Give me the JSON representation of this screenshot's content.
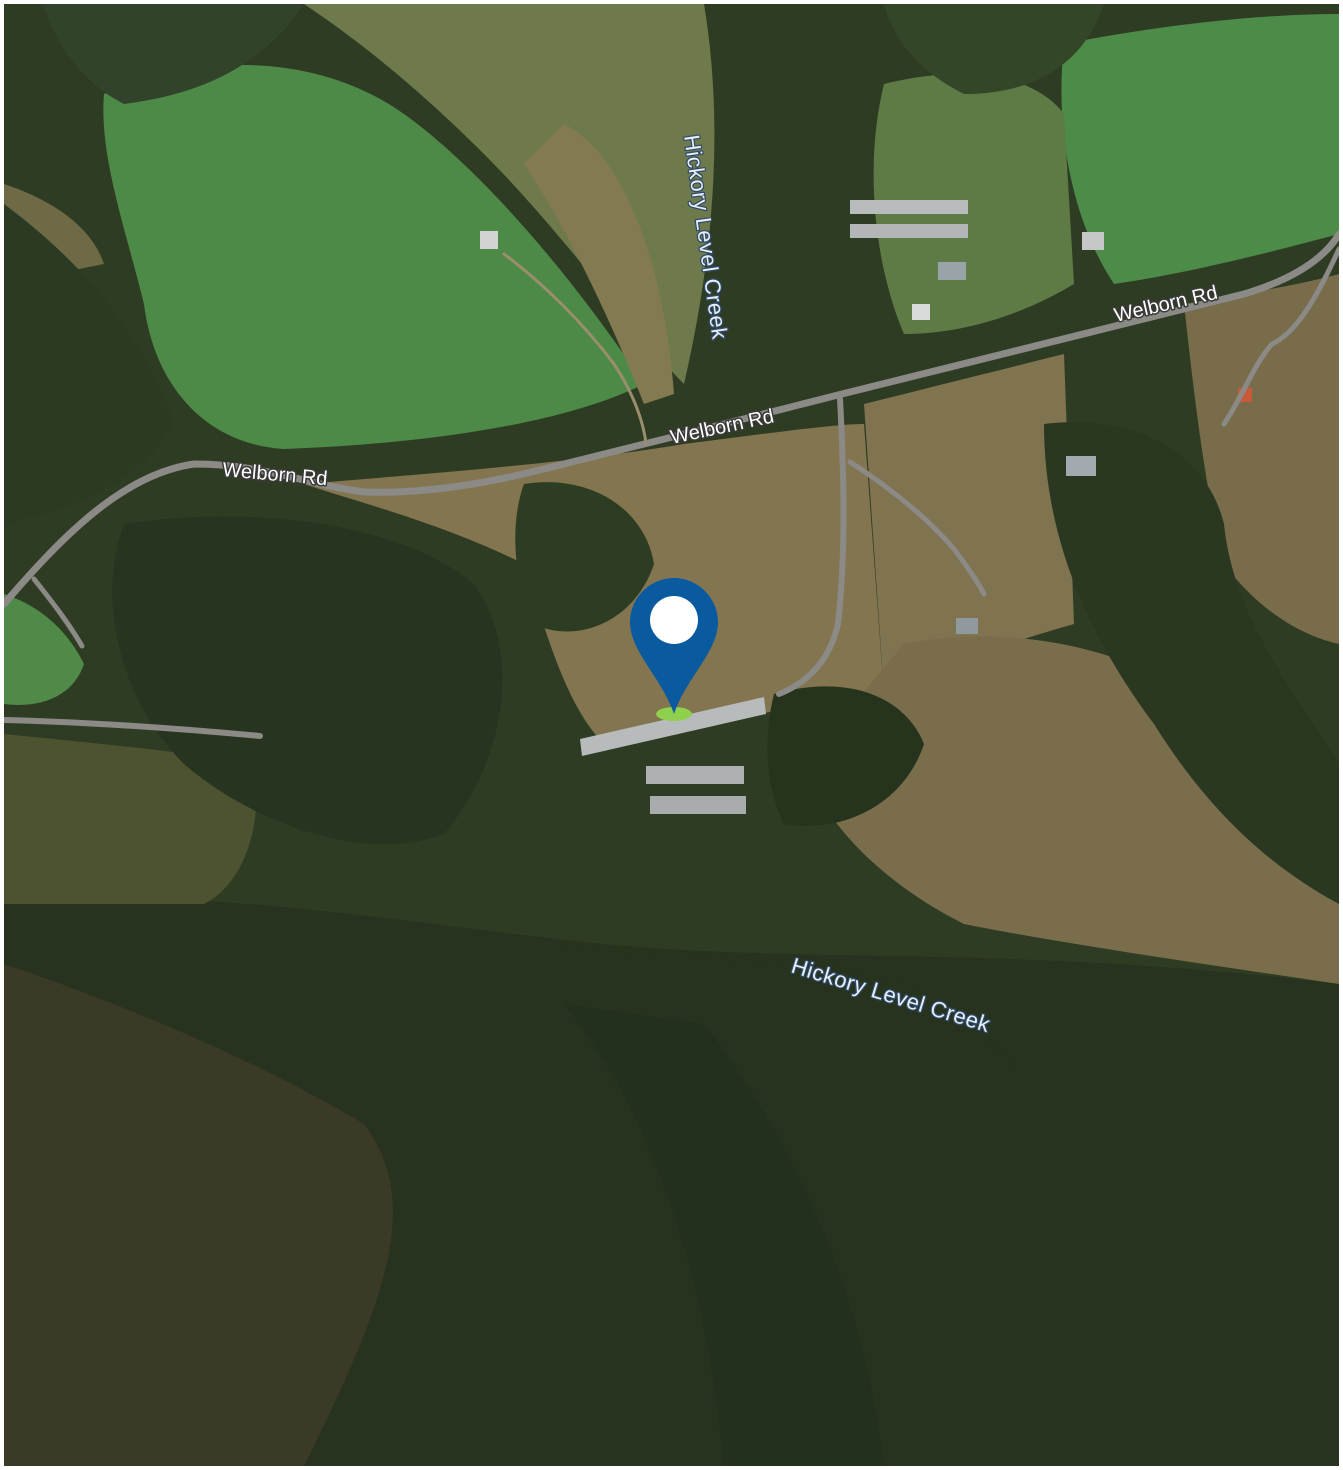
{
  "map": {
    "view": "satellite",
    "labels": {
      "road_west": "Welborn Rd",
      "road_center": "Welborn Rd",
      "road_east": "Welborn Rd",
      "creek_north": "Hickory Level Creek",
      "creek_south": "Hickory Level Creek"
    },
    "marker": {
      "icon": "location-pin-icon",
      "color": "#0a5aa0",
      "dot_color": "#ffffff",
      "base_color": "#8fd14f"
    },
    "colors": {
      "pasture": "#4f8a48",
      "field": "#7d7550",
      "forest": "#2c3a22",
      "road": "#8a8a88"
    }
  }
}
